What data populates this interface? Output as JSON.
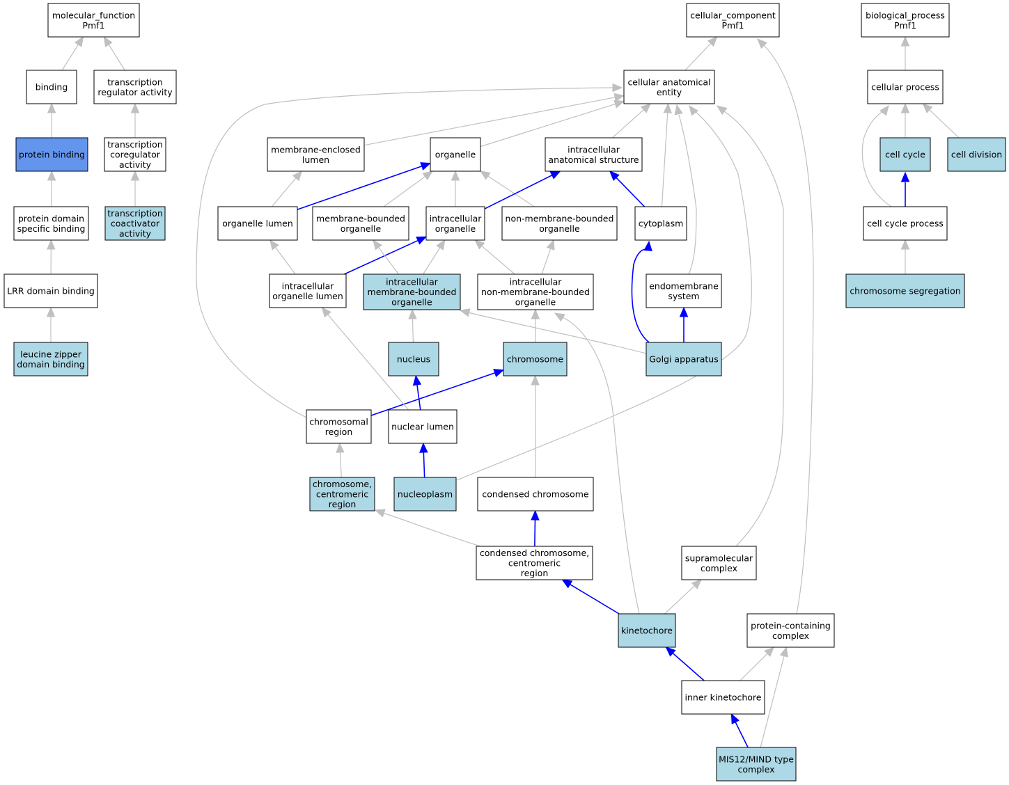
{
  "colors": {
    "plain": "#ffffff",
    "annotated": "#add8e6",
    "query": "#6495ed",
    "is_a_edge": "#c0c0c0",
    "part_of_edge": "#0000ff"
  },
  "nodes": [
    {
      "id": "mf",
      "lines": [
        "molecular_function",
        "Pmf1"
      ],
      "style": "plain"
    },
    {
      "id": "binding",
      "lines": [
        "binding"
      ],
      "style": "plain"
    },
    {
      "id": "trreg",
      "lines": [
        "transcription",
        "regulator activity"
      ],
      "style": "plain"
    },
    {
      "id": "protbind",
      "lines": [
        "protein binding"
      ],
      "style": "query"
    },
    {
      "id": "trcoreg",
      "lines": [
        "transcription",
        "coregulator",
        "activity"
      ],
      "style": "plain"
    },
    {
      "id": "pdsb",
      "lines": [
        "protein domain",
        "specific binding"
      ],
      "style": "plain"
    },
    {
      "id": "trcoact",
      "lines": [
        "transcription",
        "coactivator",
        "activity"
      ],
      "style": "annotated"
    },
    {
      "id": "lrr",
      "lines": [
        "LRR domain binding"
      ],
      "style": "plain"
    },
    {
      "id": "lzdb",
      "lines": [
        "leucine zipper",
        "domain binding"
      ],
      "style": "annotated"
    },
    {
      "id": "cc",
      "lines": [
        "cellular_component",
        "Pmf1"
      ],
      "style": "plain"
    },
    {
      "id": "cae",
      "lines": [
        "cellular anatomical",
        "entity"
      ],
      "style": "plain"
    },
    {
      "id": "mel",
      "lines": [
        "membrane-enclosed",
        "lumen"
      ],
      "style": "plain"
    },
    {
      "id": "organelle",
      "lines": [
        "organelle"
      ],
      "style": "plain"
    },
    {
      "id": "ias",
      "lines": [
        "intracellular",
        "anatomical structure"
      ],
      "style": "plain"
    },
    {
      "id": "orglumen",
      "lines": [
        "organelle lumen"
      ],
      "style": "plain"
    },
    {
      "id": "mbo",
      "lines": [
        "membrane-bounded",
        "organelle"
      ],
      "style": "plain"
    },
    {
      "id": "io",
      "lines": [
        "intracellular",
        "organelle"
      ],
      "style": "plain"
    },
    {
      "id": "nmbo",
      "lines": [
        "non-membrane-bounded",
        "organelle"
      ],
      "style": "plain"
    },
    {
      "id": "cytoplasm",
      "lines": [
        "cytoplasm"
      ],
      "style": "plain"
    },
    {
      "id": "iol",
      "lines": [
        "intracellular",
        "organelle lumen"
      ],
      "style": "plain"
    },
    {
      "id": "imbo",
      "lines": [
        "intracellular",
        "membrane-bounded",
        "organelle"
      ],
      "style": "annotated"
    },
    {
      "id": "inmbo",
      "lines": [
        "intracellular",
        "non-membrane-bounded",
        "organelle"
      ],
      "style": "plain"
    },
    {
      "id": "endo",
      "lines": [
        "endomembrane",
        "system"
      ],
      "style": "plain"
    },
    {
      "id": "nucleus",
      "lines": [
        "nucleus"
      ],
      "style": "annotated"
    },
    {
      "id": "chromosome",
      "lines": [
        "chromosome"
      ],
      "style": "annotated"
    },
    {
      "id": "golgi",
      "lines": [
        "Golgi apparatus"
      ],
      "style": "annotated"
    },
    {
      "id": "chreg",
      "lines": [
        "chromosomal",
        "region"
      ],
      "style": "plain"
    },
    {
      "id": "nuclum",
      "lines": [
        "nuclear lumen"
      ],
      "style": "plain"
    },
    {
      "id": "ccr",
      "lines": [
        "chromosome,",
        "centromeric",
        "region"
      ],
      "style": "annotated"
    },
    {
      "id": "nucleoplasm",
      "lines": [
        "nucleoplasm"
      ],
      "style": "annotated"
    },
    {
      "id": "condchr",
      "lines": [
        "condensed chromosome"
      ],
      "style": "plain"
    },
    {
      "id": "cccr",
      "lines": [
        "condensed chromosome,",
        "centromeric",
        "region"
      ],
      "style": "plain"
    },
    {
      "id": "supra",
      "lines": [
        "supramolecular",
        "complex"
      ],
      "style": "plain"
    },
    {
      "id": "kinet",
      "lines": [
        "kinetochore"
      ],
      "style": "annotated"
    },
    {
      "id": "pcc",
      "lines": [
        "protein-containing",
        "complex"
      ],
      "style": "plain"
    },
    {
      "id": "innerk",
      "lines": [
        "inner kinetochore"
      ],
      "style": "plain"
    },
    {
      "id": "mis12",
      "lines": [
        "MIS12/MIND type",
        "complex"
      ],
      "style": "annotated"
    },
    {
      "id": "bp",
      "lines": [
        "biological_process",
        "Pmf1"
      ],
      "style": "plain"
    },
    {
      "id": "cellproc",
      "lines": [
        "cellular process"
      ],
      "style": "plain"
    },
    {
      "id": "cellcycle",
      "lines": [
        "cell cycle"
      ],
      "style": "annotated"
    },
    {
      "id": "celldiv",
      "lines": [
        "cell division"
      ],
      "style": "annotated"
    },
    {
      "id": "ccproc",
      "lines": [
        "cell cycle process"
      ],
      "style": "plain"
    },
    {
      "id": "chrseg",
      "lines": [
        "chromosome segregation"
      ],
      "style": "annotated"
    }
  ],
  "edges": [
    {
      "from": "binding",
      "to": "mf",
      "type": "is_a"
    },
    {
      "from": "trreg",
      "to": "mf",
      "type": "is_a"
    },
    {
      "from": "protbind",
      "to": "binding",
      "type": "is_a"
    },
    {
      "from": "trcoreg",
      "to": "trreg",
      "type": "is_a"
    },
    {
      "from": "pdsb",
      "to": "protbind",
      "type": "is_a"
    },
    {
      "from": "trcoact",
      "to": "trcoreg",
      "type": "is_a"
    },
    {
      "from": "lrr",
      "to": "pdsb",
      "type": "is_a"
    },
    {
      "from": "lzdb",
      "to": "lrr",
      "type": "is_a"
    },
    {
      "from": "cae",
      "to": "cc",
      "type": "is_a"
    },
    {
      "from": "mel",
      "to": "cae",
      "type": "is_a"
    },
    {
      "from": "organelle",
      "to": "cae",
      "type": "is_a"
    },
    {
      "from": "ias",
      "to": "cae",
      "type": "is_a"
    },
    {
      "from": "cytoplasm",
      "to": "cae",
      "type": "is_a"
    },
    {
      "from": "endo",
      "to": "cae",
      "type": "is_a"
    },
    {
      "from": "chreg",
      "to": "cae",
      "type": "is_a"
    },
    {
      "from": "nucleoplasm",
      "to": "cae",
      "type": "is_a"
    },
    {
      "from": "supra",
      "to": "cae",
      "type": "is_a"
    },
    {
      "from": "orglumen",
      "to": "mel",
      "type": "is_a"
    },
    {
      "from": "orglumen",
      "to": "organelle",
      "type": "part_of"
    },
    {
      "from": "mbo",
      "to": "organelle",
      "type": "is_a"
    },
    {
      "from": "io",
      "to": "organelle",
      "type": "is_a"
    },
    {
      "from": "nmbo",
      "to": "organelle",
      "type": "is_a"
    },
    {
      "from": "io",
      "to": "ias",
      "type": "part_of"
    },
    {
      "from": "cytoplasm",
      "to": "ias",
      "type": "part_of"
    },
    {
      "from": "iol",
      "to": "orglumen",
      "type": "is_a"
    },
    {
      "from": "iol",
      "to": "io",
      "type": "part_of"
    },
    {
      "from": "imbo",
      "to": "mbo",
      "type": "is_a"
    },
    {
      "from": "imbo",
      "to": "io",
      "type": "is_a"
    },
    {
      "from": "inmbo",
      "to": "io",
      "type": "is_a"
    },
    {
      "from": "inmbo",
      "to": "nmbo",
      "type": "is_a"
    },
    {
      "from": "nucleus",
      "to": "imbo",
      "type": "is_a"
    },
    {
      "from": "chromosome",
      "to": "inmbo",
      "type": "is_a"
    },
    {
      "from": "golgi",
      "to": "imbo",
      "type": "is_a"
    },
    {
      "from": "golgi",
      "to": "cytoplasm",
      "type": "part_of"
    },
    {
      "from": "golgi",
      "to": "endo",
      "type": "part_of"
    },
    {
      "from": "chreg",
      "to": "chromosome",
      "type": "part_of"
    },
    {
      "from": "nuclum",
      "to": "iol",
      "type": "is_a"
    },
    {
      "from": "nuclum",
      "to": "nucleus",
      "type": "part_of"
    },
    {
      "from": "ccr",
      "to": "chreg",
      "type": "is_a"
    },
    {
      "from": "nucleoplasm",
      "to": "nuclum",
      "type": "part_of"
    },
    {
      "from": "condchr",
      "to": "chromosome",
      "type": "is_a"
    },
    {
      "from": "cccr",
      "to": "ccr",
      "type": "is_a"
    },
    {
      "from": "cccr",
      "to": "condchr",
      "type": "part_of"
    },
    {
      "from": "kinet",
      "to": "cccr",
      "type": "part_of"
    },
    {
      "from": "kinet",
      "to": "inmbo",
      "type": "is_a"
    },
    {
      "from": "kinet",
      "to": "supra",
      "type": "is_a"
    },
    {
      "from": "pcc",
      "to": "cc",
      "type": "is_a"
    },
    {
      "from": "innerk",
      "to": "kinet",
      "type": "part_of"
    },
    {
      "from": "innerk",
      "to": "pcc",
      "type": "is_a"
    },
    {
      "from": "mis12",
      "to": "innerk",
      "type": "part_of"
    },
    {
      "from": "mis12",
      "to": "pcc",
      "type": "is_a"
    },
    {
      "from": "cellproc",
      "to": "bp",
      "type": "is_a"
    },
    {
      "from": "cellcycle",
      "to": "cellproc",
      "type": "is_a"
    },
    {
      "from": "celldiv",
      "to": "cellproc",
      "type": "is_a"
    },
    {
      "from": "ccproc",
      "to": "cellproc",
      "type": "is_a"
    },
    {
      "from": "ccproc",
      "to": "cellcycle",
      "type": "part_of"
    },
    {
      "from": "chrseg",
      "to": "ccproc",
      "type": "is_a"
    }
  ]
}
